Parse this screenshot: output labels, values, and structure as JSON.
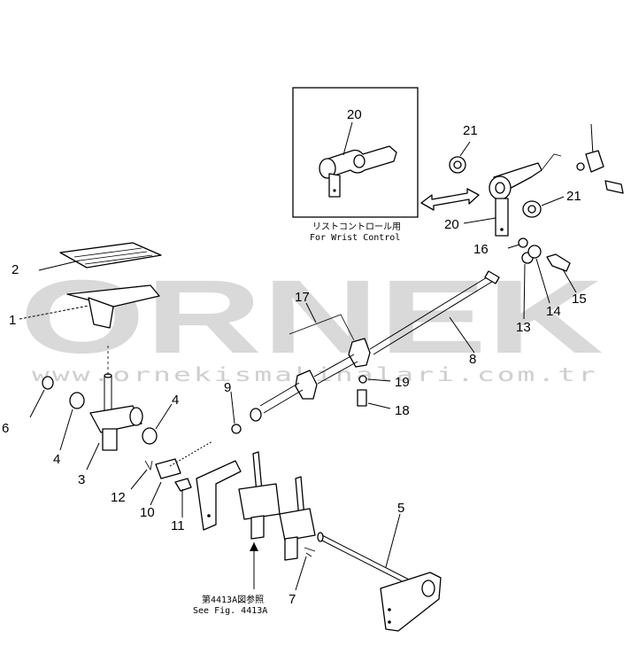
{
  "watermark": {
    "brand": "ORNEK",
    "url": "www.ornekismakinalari.com.tr"
  },
  "inset": {
    "part_number": "20",
    "caption_jp": "リストコントロール用",
    "caption_en": "For Wrist Control"
  },
  "reference": {
    "caption_jp": "第4413A図参照",
    "caption_en": "See Fig. 4413A"
  },
  "callouts": {
    "p1": "1",
    "p2": "2",
    "p3": "3",
    "p4a": "4",
    "p4b": "4",
    "p5": "5",
    "p6": "6",
    "p7": "7",
    "p8": "8",
    "p9": "9",
    "p10": "10",
    "p11": "11",
    "p12": "12",
    "p13": "13",
    "p14": "14",
    "p15": "15",
    "p16": "16",
    "p17": "17",
    "p18": "18",
    "p19": "19",
    "p20": "20",
    "p21a": "21",
    "p21b": "21"
  }
}
